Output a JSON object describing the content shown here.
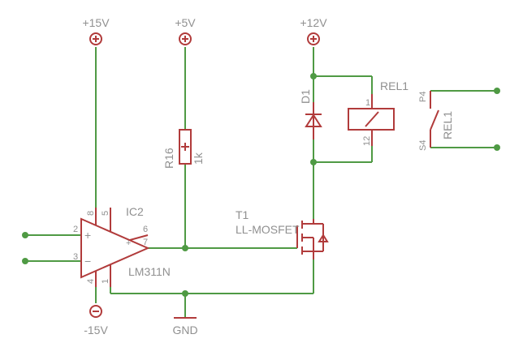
{
  "schematic": {
    "supplies": {
      "v15_pos": "+15V",
      "v5": "+5V",
      "v12": "+12V",
      "v15_neg": "-15V",
      "gnd": "GND"
    },
    "ic2": {
      "name": "IC2",
      "value": "LM311N",
      "pin_in_pos": "2",
      "pin_in_neg": "3",
      "pin_out": "7",
      "pin_6": "6",
      "pin_vcc": "8",
      "pin_5": "5",
      "pin_vee": "4",
      "pin_gnd": "1"
    },
    "r16": {
      "name": "R16",
      "value": "1k"
    },
    "t1": {
      "name": "T1",
      "value": "LL-MOSFET"
    },
    "d1": {
      "name": "D1"
    },
    "rel1_coil": {
      "name": "REL1",
      "pin_a": "1",
      "pin_b": "12"
    },
    "rel1_contact": {
      "name": "REL1",
      "pin_a": "P4",
      "pin_b": "S4"
    },
    "colors": {
      "wire": "#4f9a44",
      "part": "#b13b3b",
      "label": "#909090"
    }
  }
}
